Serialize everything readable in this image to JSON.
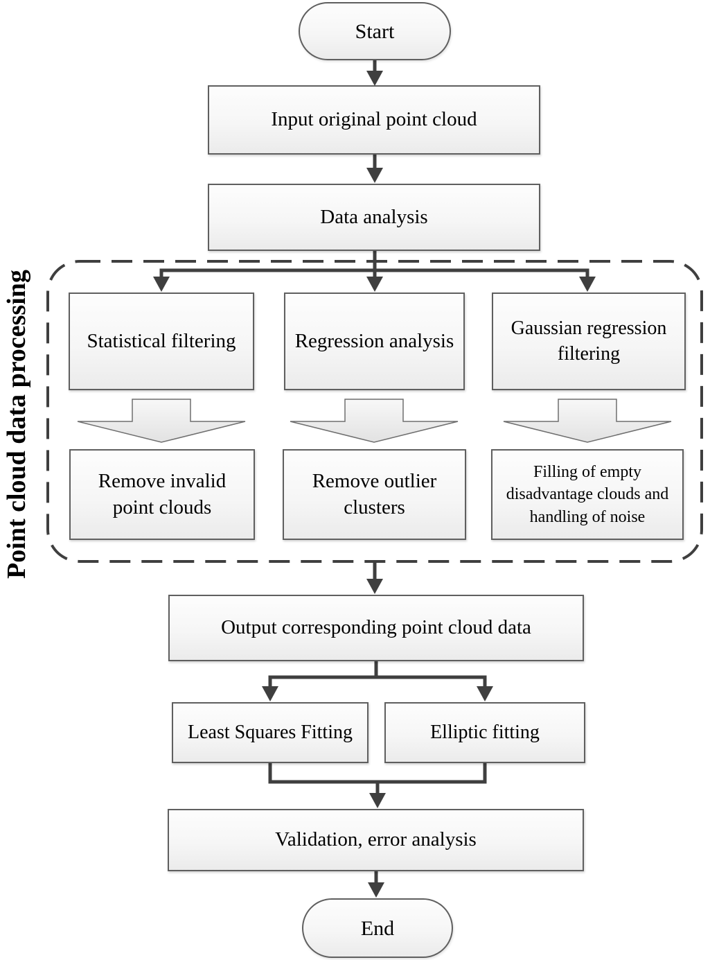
{
  "group_label": "Point cloud data processing",
  "nodes": {
    "start": "Start",
    "input": "Input original point cloud",
    "data_analysis": "Data analysis",
    "statistical_filtering": "Statistical filtering",
    "regression_analysis": "Regression analysis",
    "gaussian_regression_filtering": "Gaussian regression filtering",
    "remove_invalid": "Remove invalid point clouds",
    "remove_outlier": "Remove outlier clusters",
    "filling_noise": "Filling of empty disadvantage clouds and handling of noise",
    "output": "Output corresponding point cloud data",
    "least_squares": "Least Squares Fitting",
    "elliptic_fitting": "Elliptic fitting",
    "validation": "Validation, error analysis",
    "end": "End"
  },
  "colors": {
    "connector": "#3f3f3f",
    "node_border": "#5f5f5f",
    "node_fill_top": "#fdfdfd",
    "node_fill_bottom": "#ebebeb",
    "block_arrow_border": "#6e6e6e",
    "text": "#000000"
  }
}
